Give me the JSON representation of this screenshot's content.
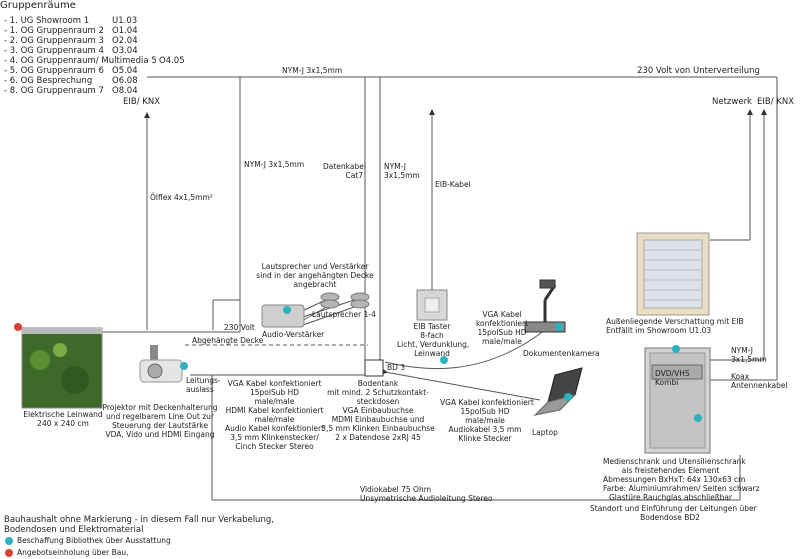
{
  "rooms": {
    "title": "Gruppenräume",
    "items": [
      {
        "name": "- 1. UG Showroom 1",
        "code": "U1.03"
      },
      {
        "name": "- 1. OG Gruppenraum 2",
        "code": "O1.04"
      },
      {
        "name": "- 2. OG Gruppenraum 3",
        "code": "O2.04"
      },
      {
        "name": "- 3. OG Gruppenraum 4",
        "code": "O3.04"
      },
      {
        "name": "- 4. OG Gruppenraum/ Multimedia 5",
        "code": "O4.05"
      },
      {
        "name": "- 5. OG Gruppenraum 6",
        "code": "O5.04"
      },
      {
        "name": "- 6. OG Besprechung",
        "code": "O6.08"
      },
      {
        "name": "- 8. OG Gruppenraum 7",
        "code": "O8.04"
      }
    ]
  },
  "cables": {
    "nym_top": "NYM-J 3x1,5mm",
    "volt230_top": "230 Volt von Unterverteilung",
    "eib_knx_left": "EIB/ KNX",
    "netzwerk": "Netzwerk",
    "eib_knx_right": "EIB/ KNX",
    "nym_mid": "NYM-J 3x1,5mm",
    "datenkabel": "Datenkabel\nCat7",
    "nym_bd": "NYM-J\n3x1,5mm",
    "eib_kabel": "EIB-Kabel",
    "oelflex": "Ölflex 4x1,5mm²",
    "volt230": "230 Volt",
    "decke": "Abgehängte Decke",
    "leitungsauslass": "Leitungs-\nauslass",
    "nym_right": "NYM-J\n3x1,5mm",
    "koax": "Koax\nAntennenkabel",
    "video_kabel": "Vidiokabel 75 Ohm\nUnsymetrische Audioleitung Stereo"
  },
  "devices": {
    "lautsprecher_desc": "Lautsprecher und Verstärker\nsind in der angehängten Decke\nangebracht",
    "lautsprecher": "Lautsprecher 1-4",
    "audio_verstaerker": "Audio-Verstärker",
    "leinwand": "Elektrische Leinwand\n240 x 240 cm",
    "projektor": "Projektor mit Deckenhalterung\nund regelbarem Line Out zur\nSteuerung der Lautstärke\nVDA, Vido und HDMI Eingang",
    "vga_proj": "VGA Kabel konfektioniert\n15polSub HD\nmale/male\nHDMI Kabel konfektioniert\nmale/male\nAudio Kabel konfektioniert\n3,5 mm Klinkenstecker/\nCinch Stecker Stereo",
    "bodentank": "Bodentank\nmit mind. 2 Schutzkontakt-\nsteckdosen\nVGA Einbaubuchse\nMDMI Einbaubuchse und\n3,5 mm Klinken Einbaubuchse\n2 x Datendose 2xRJ 45",
    "bd3": "BD 3",
    "eib_taster": "EIB Taster\n8-fach\nLicht, Verdunklung,\nLeinwand",
    "vga_doc": "VGA Kabel\nkonfektioniert\n15polSub HD\nmale/male",
    "dokumentenkamera": "Dokumentenkamera",
    "vga_laptop": "VGA Kabel konfektioniert\n15polSub HD\nmale/male\nAudiokabel 3,5 mm\nKlinke Stecker",
    "laptop": "Laptop",
    "verschattung": "Außenliegende Verschattung mit EIB\nEntfällt im Showroom U1.03",
    "dvd": "DVD/VHS\nKombi",
    "medienschrank": "Medienschrank und Utensilienschrank\nals freistehendes Element\nAbmessungen BxHxT: 64x 130x63 cm\nFarbe: Aluminiumrahmen/ Seiten schwarz\nGlastüre Rauchglas abschließbar",
    "standort": "Standort und Einführung der Leitungen über\nBodendose BD2"
  },
  "legend": {
    "heading": "Bauhaushalt ohne Markierung - in diesem Fall nur Verkabelung,\nBodendosen und Elektromaterial",
    "cyan": "Beschaffung Bibliothek über Ausstattung",
    "red": "Angebotseinholung über Bau,",
    "cyan_color": "#2bb3c0",
    "red_color": "#d9423a"
  }
}
